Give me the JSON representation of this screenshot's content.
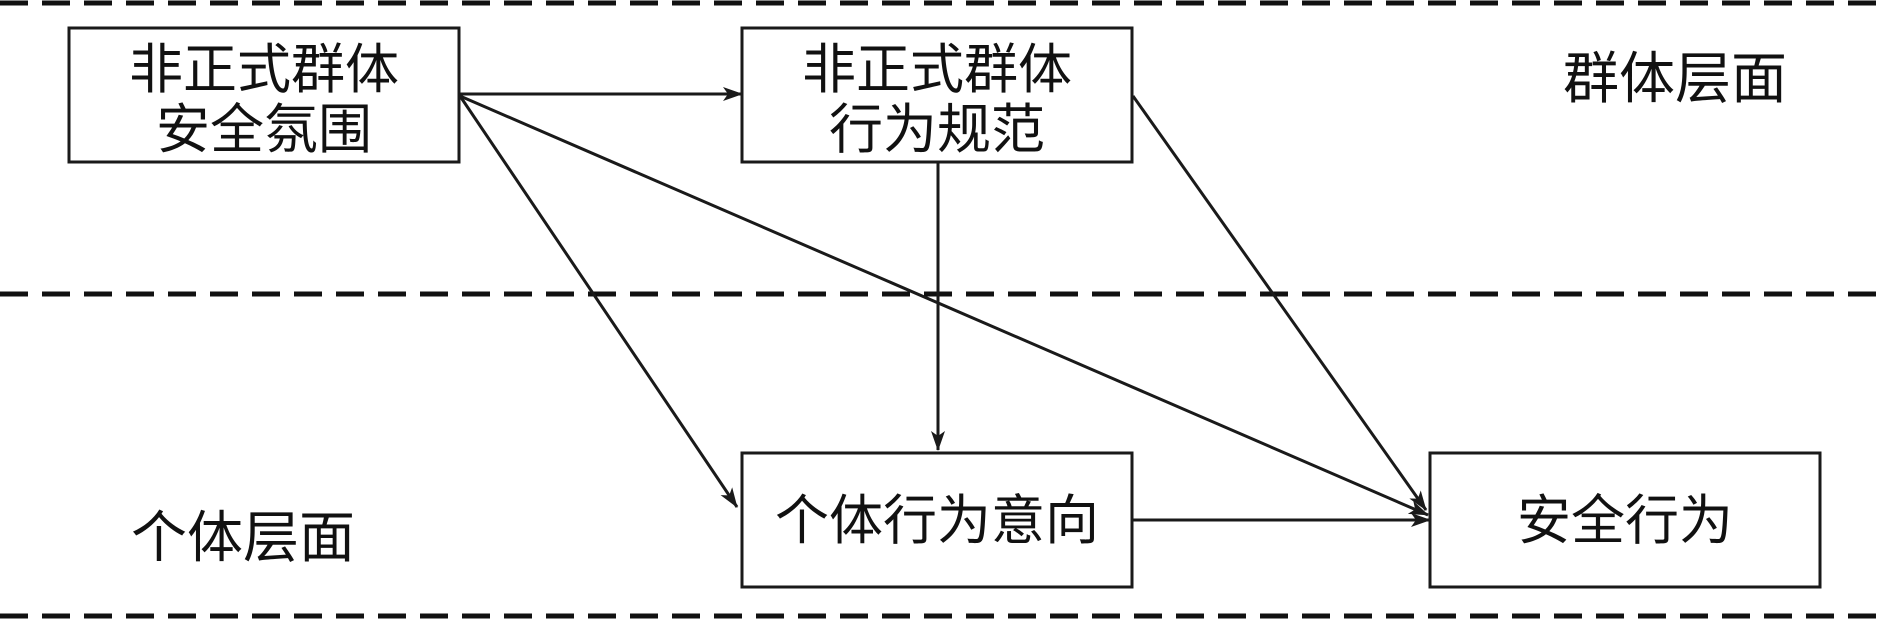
{
  "nodes": {
    "atmosphere": {
      "line1": "非正式群体",
      "line2": "安全氛围"
    },
    "norms": {
      "line1": "非正式群体",
      "line2": "行为规范"
    },
    "intention": {
      "label": "个体行为意向"
    },
    "behavior": {
      "label": "安全行为"
    }
  },
  "levels": {
    "group": "群体层面",
    "individual": "个体层面"
  },
  "edges": [
    {
      "from": "atmosphere",
      "to": "norms"
    },
    {
      "from": "atmosphere",
      "to": "intention"
    },
    {
      "from": "atmosphere",
      "to": "behavior"
    },
    {
      "from": "norms",
      "to": "intention"
    },
    {
      "from": "norms",
      "to": "behavior"
    },
    {
      "from": "intention",
      "to": "behavior"
    }
  ],
  "colors": {
    "line": "#1a1a1a",
    "text": "#111111",
    "background": "#ffffff"
  }
}
